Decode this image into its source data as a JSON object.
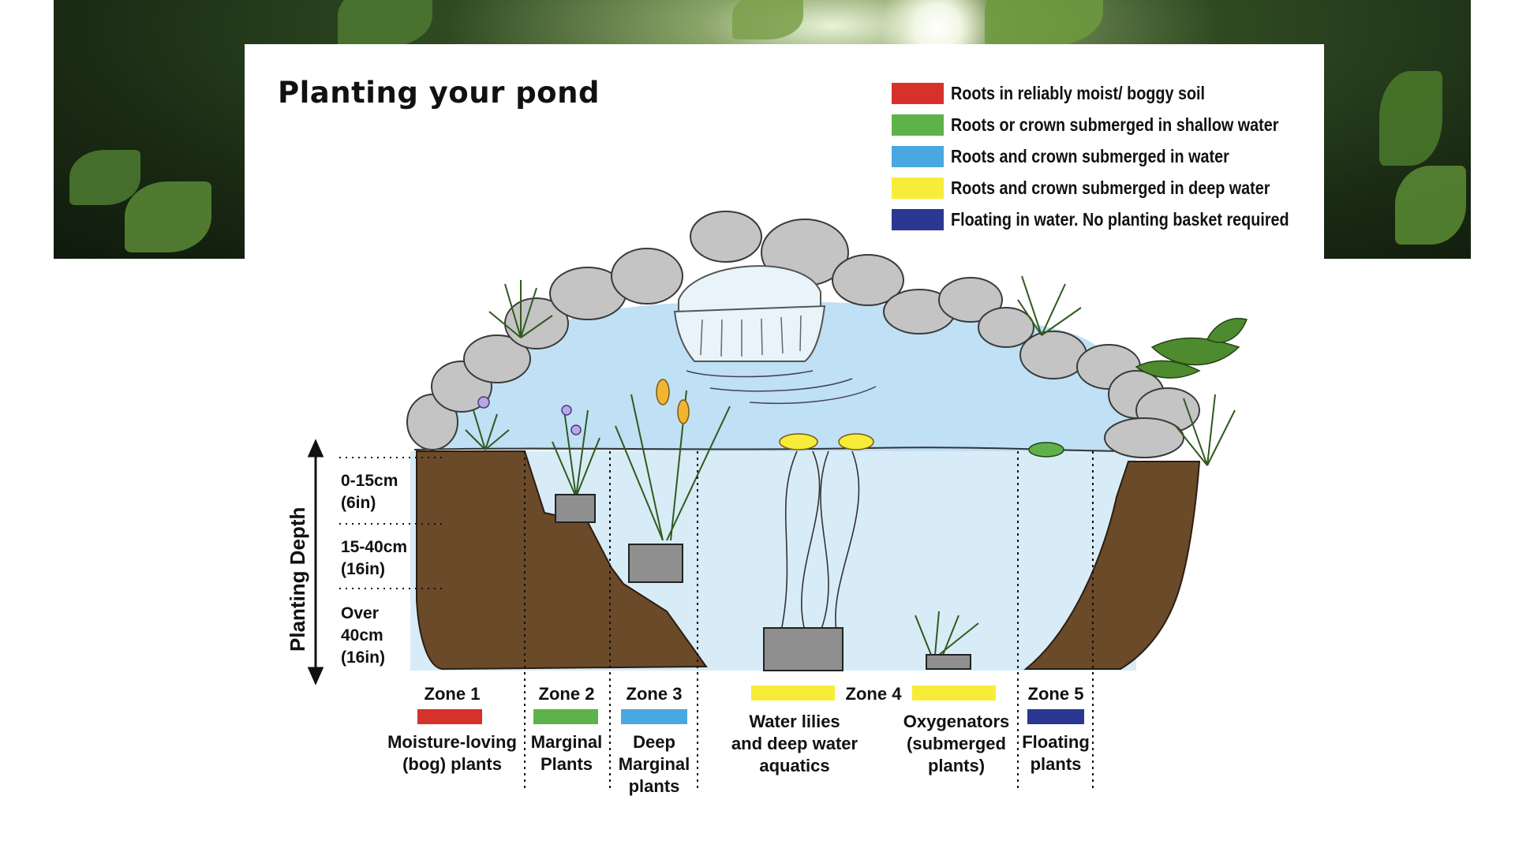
{
  "title": "Planting your pond",
  "legend": [
    {
      "color": "#d6312b",
      "label": "Roots in reliably moist/ boggy soil"
    },
    {
      "color": "#5fb24a",
      "label": "Roots or crown submerged in shallow water"
    },
    {
      "color": "#4aa8e0",
      "label": "Roots and crown submerged in water"
    },
    {
      "color": "#f7ec3a",
      "label": "Roots and crown submerged in deep water"
    },
    {
      "color": "#2b3790",
      "label": "Floating in water.  No planting basket required"
    }
  ],
  "depth_axis": {
    "label": "Planting Depth",
    "bands": [
      {
        "line1": "0-15cm",
        "line2": "(6in)"
      },
      {
        "line1": "15-40cm",
        "line2": "(16in)"
      },
      {
        "line1": "Over",
        "line2": "40cm",
        "line3": "(16in)"
      }
    ]
  },
  "zones": [
    {
      "name": "Zone 1",
      "color": "#d6312b",
      "desc": [
        "Moisture-loving",
        "(bog) plants"
      ]
    },
    {
      "name": "Zone 2",
      "color": "#5fb24a",
      "desc": [
        "Marginal",
        "Plants"
      ]
    },
    {
      "name": "Zone 3",
      "color": "#4aa8e0",
      "desc": [
        "Deep",
        "Marginal",
        "plants"
      ]
    },
    {
      "name": "Zone 4",
      "color": "#f7ec3a",
      "desc_left": [
        "Water lilies",
        "and deep water",
        "aquatics"
      ],
      "desc_right": [
        "Oxygenators",
        "(submerged",
        "plants)"
      ]
    },
    {
      "name": "Zone 5",
      "color": "#2b3790",
      "desc": [
        "Floating",
        "plants"
      ]
    }
  ],
  "colors": {
    "soil": "#6b4a2a",
    "water_surface": "#bfe0f5",
    "water_deep": "#d8ecf7",
    "rock": "#c4c4c4"
  }
}
